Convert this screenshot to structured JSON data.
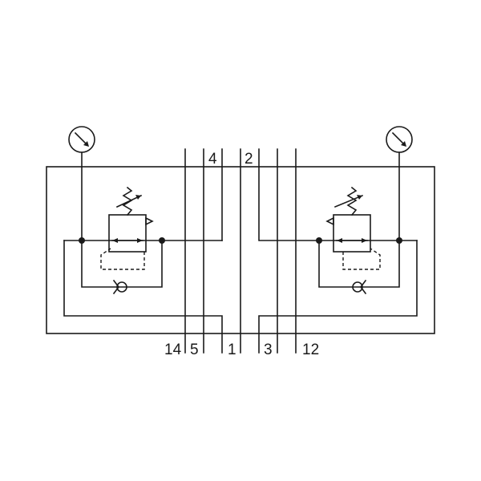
{
  "diagram": {
    "ports": {
      "top_4": "4",
      "top_2": "2",
      "bottom_14": "14",
      "bottom_5": "5",
      "bottom_1": "1",
      "bottom_3": "3",
      "bottom_12": "12"
    },
    "colors": {
      "line": "#1a1a1a",
      "background": "#ffffff"
    },
    "symbols": [
      "pressure-gauge-icon",
      "pressure-regulator-icon",
      "check-valve-icon",
      "adjustable-spring-icon"
    ]
  }
}
